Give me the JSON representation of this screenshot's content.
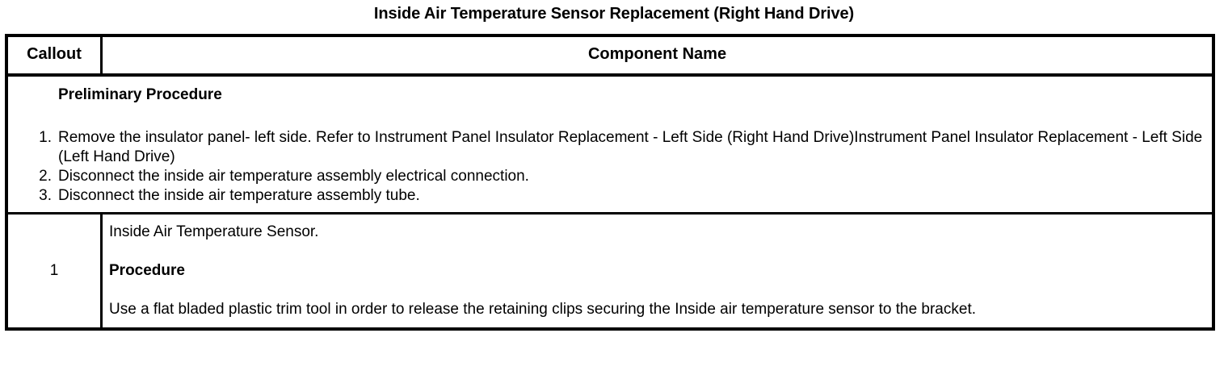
{
  "document": {
    "title": "Inside Air Temperature Sensor Replacement (Right Hand Drive)"
  },
  "table": {
    "headers": {
      "callout": "Callout",
      "component_name": "Component Name"
    },
    "preliminary": {
      "heading": "Preliminary Procedure",
      "steps": [
        "Remove the insulator panel- left side. Refer to Instrument Panel Insulator Replacement - Left Side (Right Hand Drive)Instrument Panel Insulator Replacement - Left Side (Left Hand Drive)",
        "Disconnect the inside air temperature assembly electrical connection.",
        "Disconnect the inside air temperature assembly tube."
      ]
    },
    "rows": [
      {
        "callout": "1",
        "component_title": "Inside Air Temperature Sensor.",
        "procedure_heading": "Procedure",
        "procedure_text": "Use a flat bladed plastic trim tool in order to release the retaining clips securing the Inside air temperature sensor to the bracket."
      }
    ]
  }
}
